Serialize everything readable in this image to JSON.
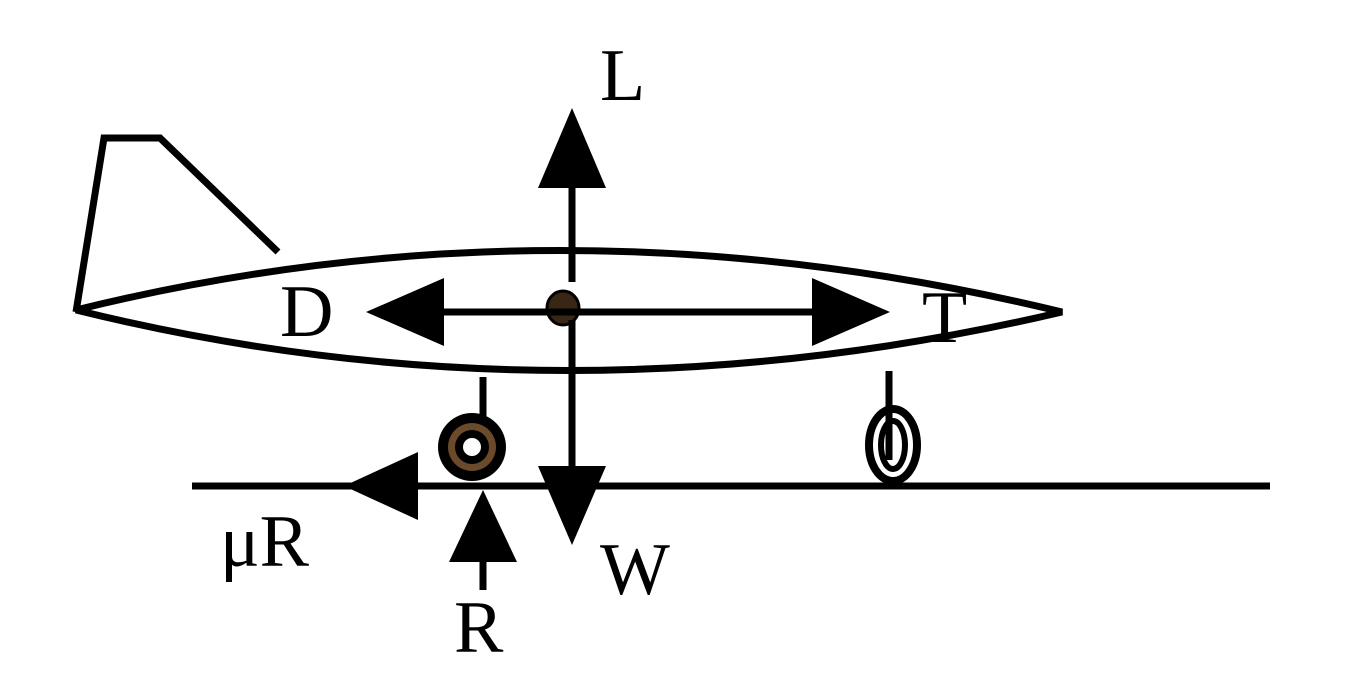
{
  "labels": {
    "lift": "L",
    "drag": "D",
    "thrust": "T",
    "weight": "W",
    "reaction": "R",
    "friction": "μR"
  },
  "colors": {
    "ink": "#000000",
    "wheel_fill": "#6b4a2b",
    "background": "#ffffff"
  }
}
